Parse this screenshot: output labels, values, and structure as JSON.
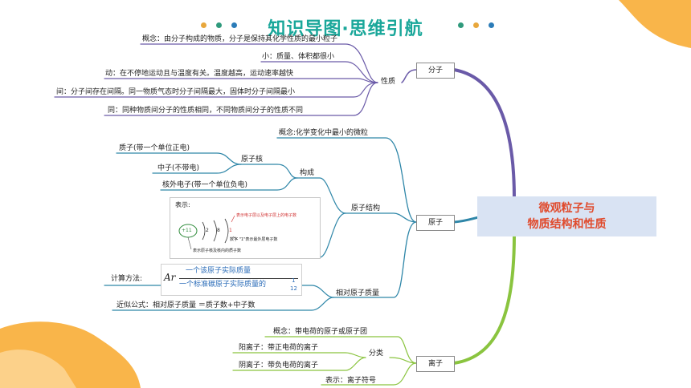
{
  "title": "知识导图·思维引航",
  "center": {
    "line1": "微观粒子与",
    "line2": "物质结构和性质"
  },
  "molecule": {
    "node": "分子",
    "property": "性质",
    "concept": "概念：由分子构成的物质，分子是保持其化学性质的最小粒子",
    "small": "小：质量、体积都很小",
    "motion": "动：在不停地运动且与温度有关。温度越高，运动速率越快",
    "gap": "间：分子间存在间隔。同一物质气态时分子间隔最大，固体时分子间隔最小",
    "same": "同：同种物质间分子的性质相同，不同物质间分子的性质不同"
  },
  "atom": {
    "node": "原子",
    "concept": "概念:化学变化中最小的微粒",
    "composition": "构成",
    "nucleus": "原子核",
    "proton": "质子(带一个单位正电)",
    "neutron": "中子(不带电)",
    "electron": "核外电子(带一个单位负电)",
    "structure": "原子结构",
    "show": "表示:",
    "diagram": {
      "nucleus_label": "+11",
      "shells": [
        "2",
        "8",
        "1"
      ],
      "note_top": "表示电子层以及电子层上的电子数",
      "note_mid": "数字 \"1\"表示最外层电子数",
      "note_bottom": "表示原子核及核内的质子数"
    },
    "calc_method": "计算方法:",
    "formula": {
      "symbol": "Ar",
      "numerator": "一个该原子实际质量",
      "denominator": "一个标准碳原子实际质量的",
      "fraction_num": "1",
      "fraction_den": "12"
    },
    "approx": "近似公式：相对原子质量 ＝质子数+中子数",
    "relative_mass": "相对原子质量"
  },
  "ion": {
    "node": "离子",
    "concept": "概念：带电荷的原子或原子团",
    "classification": "分类",
    "cation": "阳离子：带正电荷的离子",
    "anion": "阴离子：带负电荷的离子",
    "notation": "表示：离子符号"
  },
  "colors": {
    "title": "#1aa79a",
    "center_bg": "#d9e3f3",
    "center_text": "#e04a2c",
    "branch_molecule": "#6a5aa8",
    "branch_atom": "#2e86a8",
    "branch_ion": "#8ac43f",
    "blob": "#f9b54a",
    "dots": [
      "#e8a73c",
      "#2f9a7c",
      "#2b7cb8"
    ]
  }
}
